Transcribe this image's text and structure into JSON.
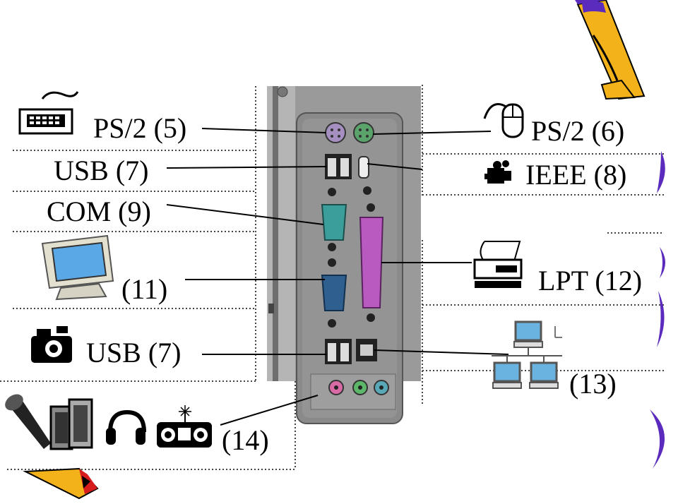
{
  "labels": {
    "ps2_keyboard": "PS/2 (5)",
    "ps2_mouse": "PS/2 (6)",
    "usb_top": "USB (7)",
    "ieee": "IEEE (8)",
    "com": "COM (9)",
    "vga": "(11)",
    "lpt": "LPT (12)",
    "usb_bottom": "USB (7)",
    "network": "(13)",
    "audio": "(14)"
  },
  "colors": {
    "ps2_keyboard_port": "#a58fc0",
    "ps2_mouse_port": "#5aa36a",
    "com_port": "#3c9e9a",
    "vga_port": "#2e5f8e",
    "lpt_port": "#b95ac0",
    "audio_pink": "#d86aa6",
    "audio_green": "#5db76b",
    "audio_blue": "#58a8b8",
    "panel_gray": "#8c8c8c",
    "monitor_screen": "#5aa9e6",
    "network_screen": "#6ab3e0",
    "pencil_yellow": "#f3b21a",
    "pencil_purple": "#5a2bbd"
  },
  "icons": [
    "keyboard-icon",
    "mouse-icon",
    "camcorder-icon",
    "monitor-icon",
    "printer-icon",
    "camera-icon",
    "network-icon",
    "microphone-icon",
    "speakers-icon",
    "headphones-icon",
    "boombox-icon",
    "pencil-icon"
  ]
}
